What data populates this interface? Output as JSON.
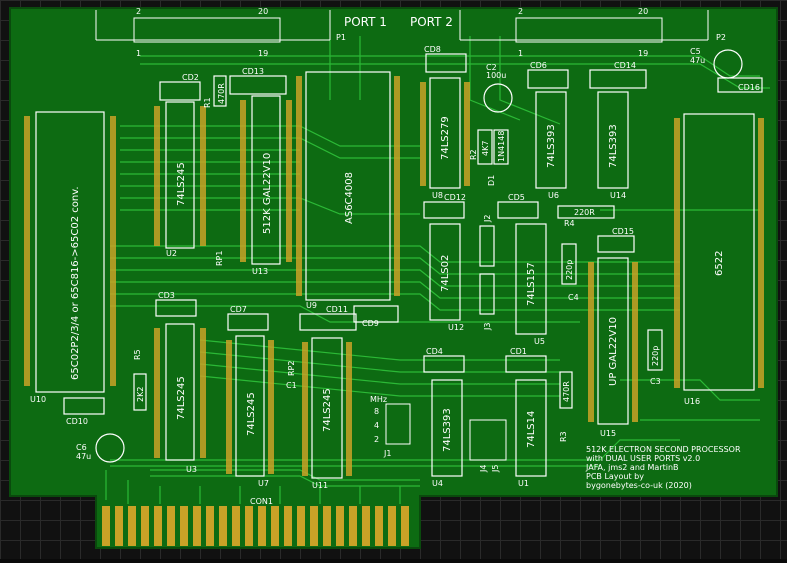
{
  "board": {
    "colors": {
      "board": "#0d6b12",
      "trace": "#2fc23a",
      "silk": "#ffffff",
      "pad": "#c9a227",
      "grid": "#2a2a2a"
    },
    "title_lines": [
      "512K ELECTRON SECOND PROCESSOR",
      "with DUAL USER PORTS v2.0",
      "JAFA, jms2 and MartinB",
      "PCB Layout by",
      "bygonebytes-co-uk (2020)"
    ]
  },
  "ports": {
    "port1": {
      "label": "PORT 1",
      "pin_hi_left": "2",
      "pin_hi_right": "20",
      "pin_lo_left": "1",
      "pin_lo_right": "19"
    },
    "port2": {
      "label": "PORT 2",
      "pin_hi_left": "2",
      "pin_hi_right": "20",
      "pin_lo_left": "1",
      "pin_lo_right": "19"
    },
    "p2": "P2",
    "p1": "P1"
  },
  "chips": {
    "u10": {
      "ref": "U10",
      "part": "65C02P2/3/4 or 65C816->65C02 conv."
    },
    "u2": {
      "ref": "U2",
      "part": "74LS245"
    },
    "u13": {
      "ref": "U13",
      "part": "512K GAL22V10"
    },
    "u9": {
      "ref": "U9",
      "part": "AS6C4008"
    },
    "u8": {
      "ref": "U8",
      "part": "74LS279"
    },
    "u6": {
      "ref": "U6",
      "part": "74LS393"
    },
    "u14": {
      "ref": "U14",
      "part": "74LS393"
    },
    "u16": {
      "ref": "U16",
      "part": "6522"
    },
    "u12": {
      "ref": "U12",
      "part": "74LS02"
    },
    "u5": {
      "ref": "U5",
      "part": "74LS157"
    },
    "u15": {
      "ref": "U15",
      "part": "UP GAL22V10"
    },
    "u3": {
      "ref": "U3",
      "part": "74LS245"
    },
    "u7": {
      "ref": "U7",
      "part": "74LS245"
    },
    "u11": {
      "ref": "U11",
      "part": "74LS245"
    },
    "u4": {
      "ref": "U4",
      "part": "74LS393"
    },
    "u1": {
      "ref": "U1",
      "part": "74LS14"
    }
  },
  "caps": {
    "cd2": "CD2",
    "cd13": "CD13",
    "cd8": "CD8",
    "cd6": "CD6",
    "cd14": "CD14",
    "cd16": "CD16",
    "cd12": "CD12",
    "cd5": "CD5",
    "cd15": "CD15",
    "cd3": "CD3",
    "cd7": "CD7",
    "cd11": "CD11",
    "cd9": "CD9",
    "cd4": "CD4",
    "cd1": "CD1",
    "cd10": "CD10",
    "c2": "C2",
    "c2_val": "100u",
    "c5": "C5",
    "c5_val": "47u",
    "c6": "C6",
    "c6_val": "47u",
    "c4": "C4",
    "c4_val": "220p",
    "c3": "C3",
    "c3_val": "220p",
    "c1": "C1"
  },
  "resistors": {
    "r1": "R1",
    "r1_val": "470R",
    "r2": "R2",
    "r2_val": "4K7",
    "d1": "D1",
    "d1_val": "1N4148",
    "r4": "R4",
    "r4_val": "220R",
    "r5": "R5",
    "r5_val": "2K2",
    "r3": "R3",
    "r3_val": "470R",
    "rp1": "RP1",
    "rp2": "RP2"
  },
  "jumpers": {
    "j1": "J1",
    "j2": "J2",
    "j3": "J3",
    "j4": "J4",
    "j5": "J5",
    "mhz": "MHz",
    "m8": "8",
    "m4": "4",
    "m2": "2"
  },
  "connector": {
    "label": "CON1"
  }
}
